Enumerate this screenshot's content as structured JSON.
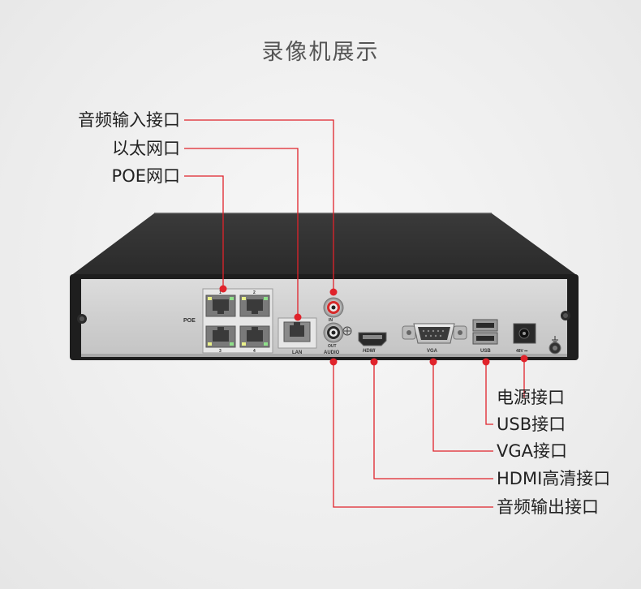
{
  "title": "录像机展示",
  "accent_color": "#e0232b",
  "callouts": {
    "audio_in": "音频输入接口",
    "lan": "以太网口",
    "poe": "POE网口",
    "power": "电源接口",
    "usb": "USB接口",
    "vga": "VGA接口",
    "hdmi": "HDMI高清接口",
    "audio_out": "音频输出接口"
  },
  "panel_labels": {
    "poe": "POE",
    "lan": "LAN",
    "audio_in": "IN",
    "audio_out": "OUT",
    "audio": "AUDIO",
    "hdmi": "HDMI",
    "vga": "VGA",
    "usb": "USB",
    "power": "48V ⎓",
    "port_numbers": [
      "1",
      "2",
      "3",
      "4"
    ]
  },
  "icons": {
    "ground": "ground-icon"
  }
}
